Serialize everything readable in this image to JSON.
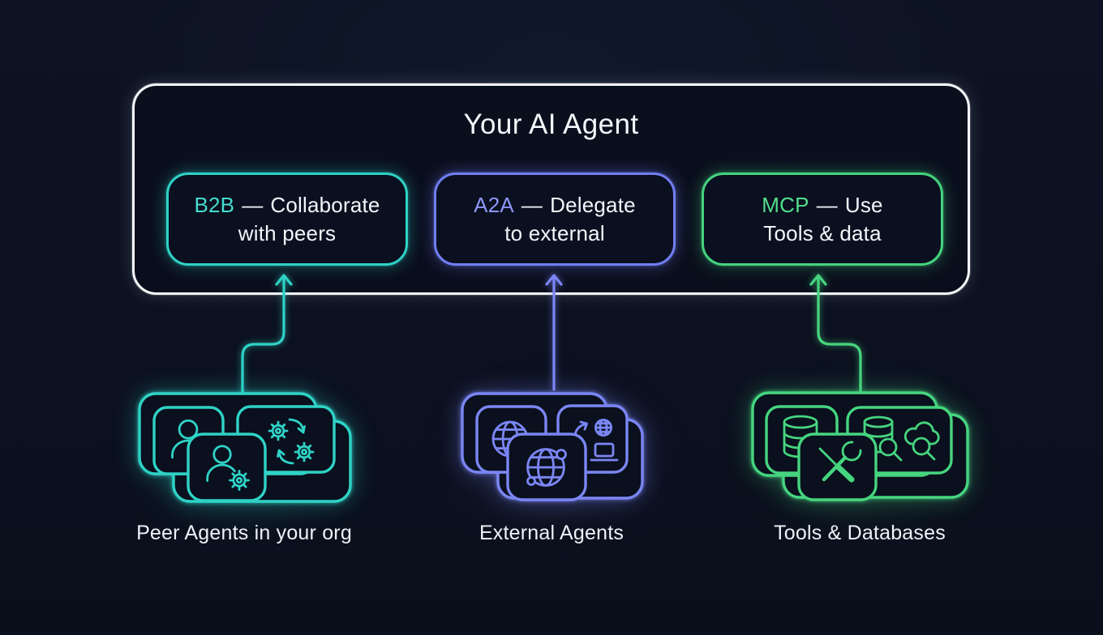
{
  "title": "Your AI Agent",
  "protocols": [
    {
      "name": "B2B",
      "sep": "—",
      "action": "Collaborate",
      "detail": "with peers",
      "accent": "#30d2c5"
    },
    {
      "name": "A2A",
      "sep": "—",
      "action": "Delegate",
      "detail": "to external",
      "accent": "#717ef2"
    },
    {
      "name": "MCP",
      "sep": "—",
      "action": "Use",
      "detail": "Tools & data",
      "accent": "#45d37e"
    }
  ],
  "sources": [
    {
      "label": "Peer Agents in your org",
      "accent": "#2fd3c6",
      "icons": [
        "person-icon",
        "gears-sync-icon",
        "person-gear-icon"
      ]
    },
    {
      "label": "External Agents",
      "accent": "#7b86f4",
      "icons": [
        "globe-icon",
        "laptop-delegate-icon",
        "globe-network-icon"
      ]
    },
    {
      "label": "Tools & Databases",
      "accent": "#46d57f",
      "icons": [
        "database-icon",
        "database-search-icon",
        "cloud-search-icon",
        "tools-icon"
      ]
    }
  ],
  "connections": [
    {
      "from": "Peer Agents in your org",
      "to": "B2B"
    },
    {
      "from": "External Agents",
      "to": "A2A"
    },
    {
      "from": "Tools & Databases",
      "to": "MCP"
    }
  ],
  "colors": {
    "background": "#0d1220",
    "frame_border": "#f5f8fb",
    "card_fill": "#0a101e",
    "teal": "#2fd3c6",
    "purple": "#7b86f4",
    "green": "#46d57f",
    "text": "#f2f5fa"
  }
}
